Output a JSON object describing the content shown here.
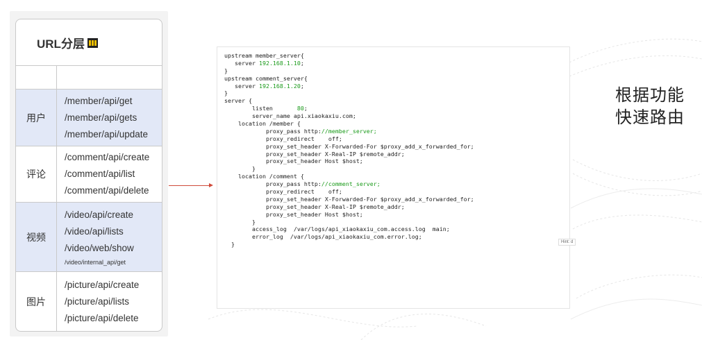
{
  "table": {
    "title": "URL分层",
    "rows": [
      {
        "category": "",
        "paths": [
          ""
        ]
      },
      {
        "category": "用户",
        "paths": [
          "/member/api/get",
          "/member/api/gets",
          "/member/api/update"
        ]
      },
      {
        "category": "评论",
        "paths": [
          "/comment/api/create",
          "/comment/api/list",
          "/comment/api/delete"
        ]
      },
      {
        "category": "视频",
        "paths": [
          "/video/api/create",
          "/video/api/lists",
          "/video/web/show",
          "/video/internal_api/get"
        ]
      },
      {
        "category": "图片",
        "paths": [
          "/picture/api/create",
          "/picture/api/lists",
          "/picture/api/delete"
        ]
      }
    ]
  },
  "code": {
    "lines": [
      {
        "pre": "upstream member_server{",
        "hl": "",
        "post": ""
      },
      {
        "pre": "   server ",
        "hl": "192.168.1.10",
        "post": ";"
      },
      {
        "pre": "}",
        "hl": "",
        "post": ""
      },
      {
        "pre": "upstream comment_server{",
        "hl": "",
        "post": ""
      },
      {
        "pre": "   server ",
        "hl": "192.168.1.20",
        "post": ";"
      },
      {
        "pre": "}",
        "hl": "",
        "post": ""
      },
      {
        "pre": "server {",
        "hl": "",
        "post": ""
      },
      {
        "pre": "        listen       ",
        "hl": "80",
        "post": ";"
      },
      {
        "pre": "        server_name api.xiaokaxiu.com;",
        "hl": "",
        "post": ""
      },
      {
        "pre": "    location /member {",
        "hl": "",
        "post": ""
      },
      {
        "pre": "            proxy_pass http:",
        "hl": "//member_server;",
        "post": ""
      },
      {
        "pre": "            proxy_redirect    off;",
        "hl": "",
        "post": ""
      },
      {
        "pre": "            proxy_set_header X-Forwarded-For $proxy_add_x_forwarded_for;",
        "hl": "",
        "post": ""
      },
      {
        "pre": "            proxy_set_header X-Real-IP $remote_addr;",
        "hl": "",
        "post": ""
      },
      {
        "pre": "            proxy_set_header Host $host;",
        "hl": "",
        "post": ""
      },
      {
        "pre": "        }",
        "hl": "",
        "post": ""
      },
      {
        "pre": "    location /comment {",
        "hl": "",
        "post": ""
      },
      {
        "pre": "            proxy_pass http:",
        "hl": "//comment_server;",
        "post": ""
      },
      {
        "pre": "            proxy_redirect    off;",
        "hl": "",
        "post": ""
      },
      {
        "pre": "            proxy_set_header X-Forwarded-For $proxy_add_x_forwarded_for;",
        "hl": "",
        "post": ""
      },
      {
        "pre": "            proxy_set_header X-Real-IP $remote_addr;",
        "hl": "",
        "post": ""
      },
      {
        "pre": "            proxy_set_header Host $host;",
        "hl": "",
        "post": ""
      },
      {
        "pre": "        }",
        "hl": "",
        "post": ""
      },
      {
        "pre": "        access_log  /var/logs/api_xiaokaxiu_com.access.log  main;",
        "hl": "",
        "post": ""
      },
      {
        "pre": "        error_log  /var/logs/api_xiaokaxiu_com.error.log;",
        "hl": "",
        "post": ""
      },
      {
        "pre": "  }",
        "hl": "",
        "post": ""
      }
    ]
  },
  "headline": {
    "line1": "根据功能",
    "line2": "快速路由"
  },
  "hint": "Hint: d",
  "colors": {
    "accent_blue_row": "#e2e8f7",
    "arrow": "#d04a3a",
    "code_highlight": "#1a9a1a"
  }
}
